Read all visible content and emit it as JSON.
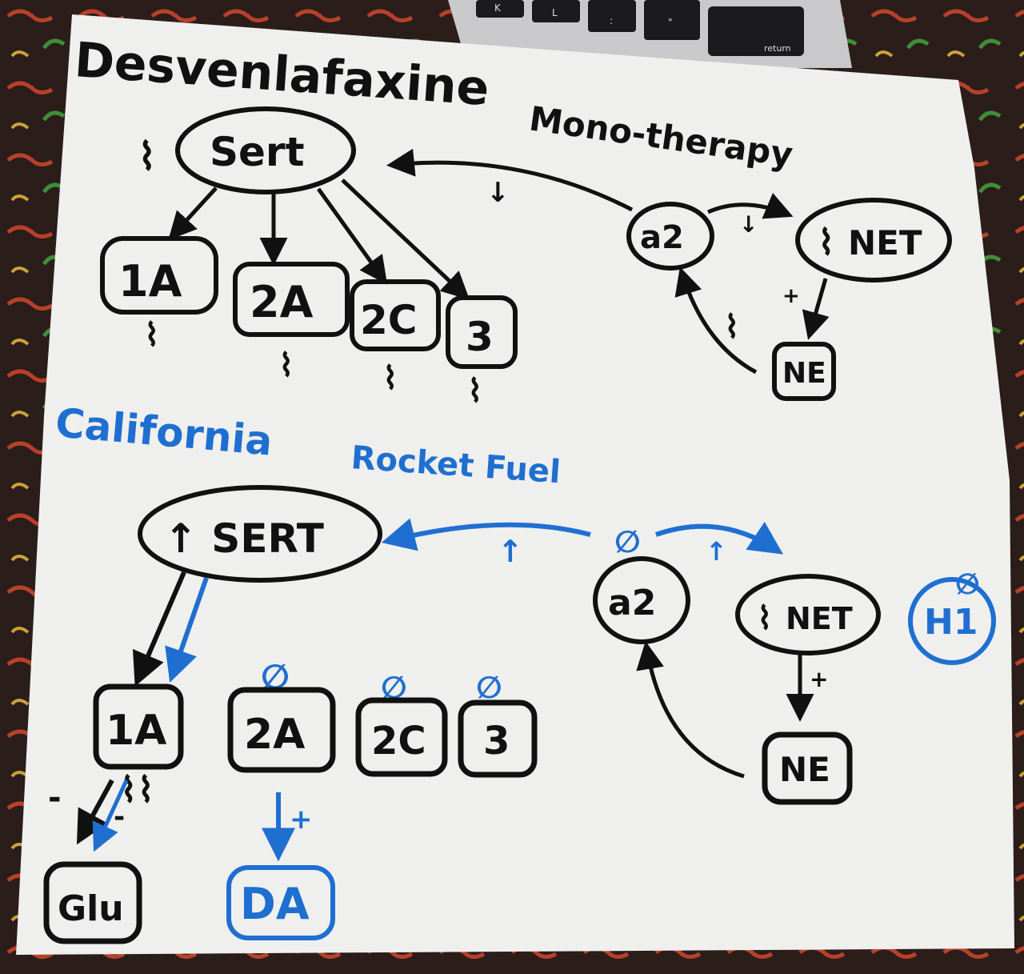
{
  "colors": {
    "board": "#efefed",
    "black_ink": "#111111",
    "blue_ink": "#1f6fd1",
    "backdrop": "#2a1d1a",
    "laptop": "#c9c9cb",
    "laptop_key": "#1b1b1d"
  },
  "laptop": {
    "keys": [
      "K",
      "L",
      ":",
      "\"",
      "return"
    ]
  },
  "top": {
    "title": "Desvenlafaxine",
    "subtitle": "Mono-therapy",
    "sert_label": "Sert",
    "sert_prefix": "⌇",
    "receptors": [
      "1A",
      "2A",
      "2C",
      "3"
    ],
    "a2_label": "a2",
    "net_label": "NET",
    "net_prefix": "⌇",
    "ne_label": "NE",
    "down_arrow_a": "↓",
    "down_arrow_b": "↓",
    "plus": "+",
    "zigzag": "⌇"
  },
  "bottom": {
    "title": "California",
    "subtitle": "Rocket Fuel",
    "sert_label": "↑ SERT",
    "receptors": [
      "1A",
      "2A",
      "2C",
      "3"
    ],
    "null_marks": [
      "∅",
      "∅",
      "∅",
      "∅",
      "∅"
    ],
    "a2_label": "a2",
    "net_label": "NET",
    "net_prefix": "⌇",
    "ne_label": "NE",
    "h1_label": "H1",
    "h1_null": "∅",
    "up_arrow_a": "↑",
    "up_arrow_b": "↑",
    "plus_ne": "+",
    "glu_label": "Glu",
    "da_label": "DA",
    "minus_a": "-",
    "minus_b": "-",
    "plus_da": "+",
    "zigzag": "⌇⌇"
  }
}
